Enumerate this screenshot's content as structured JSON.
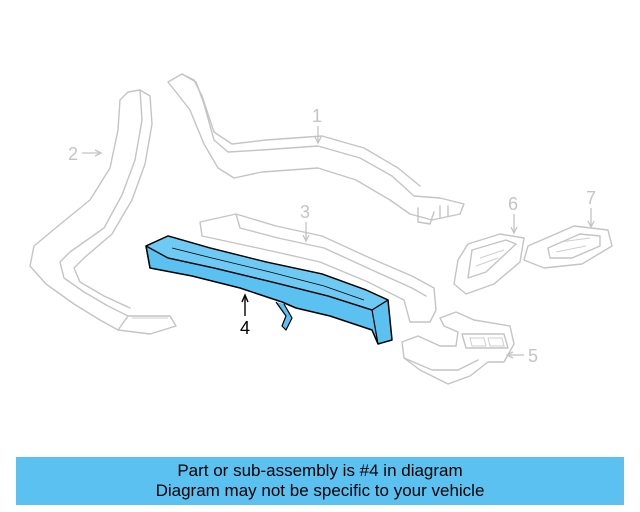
{
  "callouts": {
    "part1": "1",
    "part2": "2",
    "part3": "3",
    "part4": "4",
    "part5": "5",
    "part6": "6",
    "part7": "7"
  },
  "highlight_color": "#5bc1f0",
  "banner": {
    "line1": "Part or sub-assembly is #4 in diagram",
    "line2": "Diagram may not be specific to your vehicle"
  }
}
